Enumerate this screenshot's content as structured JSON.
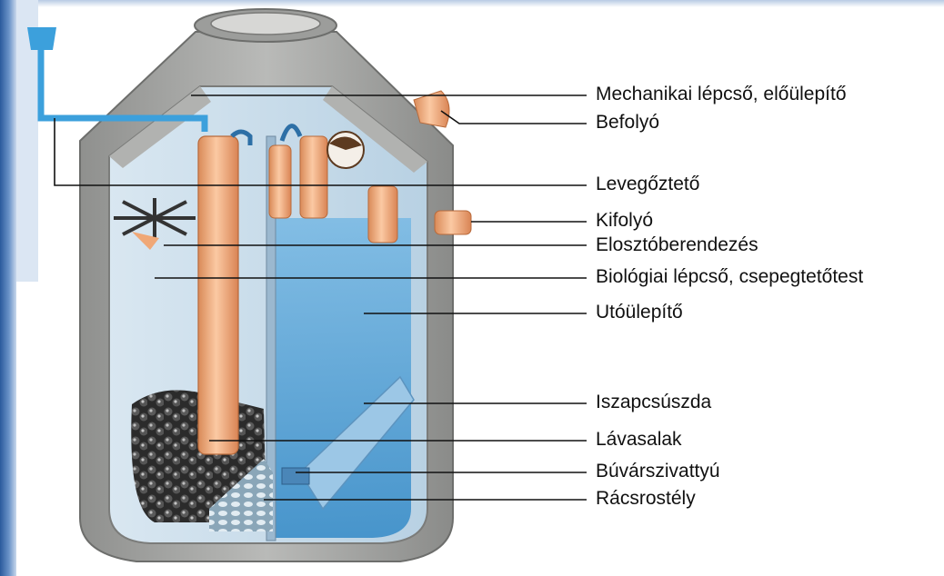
{
  "labels": [
    "Mechanikai lépcső, előülepítő",
    "Befolyó",
    "Levegőztető",
    "Kifolyó",
    "Elosztóberendezés",
    "Biológiai lépcső, csepegtetőtest",
    "Utóülepítő",
    "Iszapcsúszda",
    "Lávasalak",
    "Búvárszivattyú",
    "Rácsrostély"
  ],
  "colors": {
    "concrete": "#a9aaa8",
    "concrete_dark": "#8e8f8d",
    "chamber": "#c6dbea",
    "water": "#5aa6d8",
    "pipe": "#f0a877",
    "air_pipe": "#3ca0dc",
    "leader_line": "#111111"
  }
}
